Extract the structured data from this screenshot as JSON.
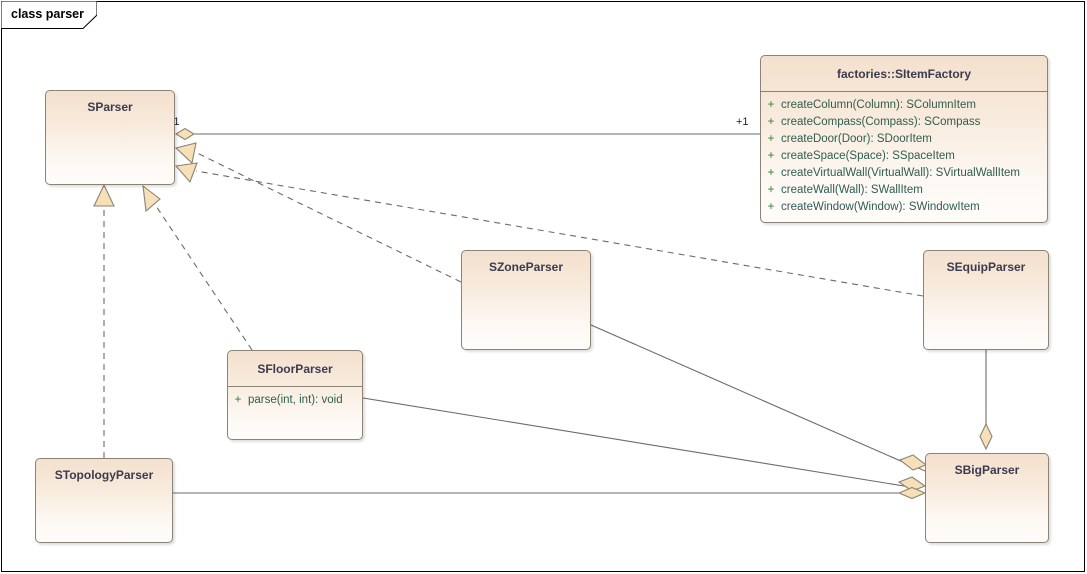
{
  "frame": {
    "label": "class parser",
    "kind": "uml-class-diagram"
  },
  "palette": {
    "box_fill_top": "#f4e0cd",
    "box_fill_bottom": "#fefcfa",
    "box_border": "#8a8376",
    "title_text": "#3b3b4f",
    "feature_text": "#2f5d50",
    "visibility_text": "#2e7d32",
    "connector": "#6b6b6b",
    "diamond_fill": "#f7dfb8",
    "frame_border": "#000000"
  },
  "classes": [
    {
      "id": "sparser",
      "name": "SParser",
      "features": []
    },
    {
      "id": "sitemfactory",
      "name": "factories::SItemFactory",
      "features": [
        {
          "visibility": "+",
          "signature": "createColumn(Column): SColumnItem"
        },
        {
          "visibility": "+",
          "signature": "createCompass(Compass): SCompass"
        },
        {
          "visibility": "+",
          "signature": "createDoor(Door): SDoorItem"
        },
        {
          "visibility": "+",
          "signature": "createSpace(Space): SSpaceItem"
        },
        {
          "visibility": "+",
          "signature": "createVirtualWall(VirtualWall): SVirtualWallItem"
        },
        {
          "visibility": "+",
          "signature": "createWall(Wall): SWallItem"
        },
        {
          "visibility": "+",
          "signature": "createWindow(Window): SWindowItem"
        }
      ]
    },
    {
      "id": "szoneparser",
      "name": "SZoneParser",
      "features": []
    },
    {
      "id": "sequipparser",
      "name": "SEquipParser",
      "features": []
    },
    {
      "id": "sfloorparser",
      "name": "SFloorParser",
      "features": [
        {
          "visibility": "+",
          "signature": "parse(int, int): void"
        }
      ]
    },
    {
      "id": "stopologyparser",
      "name": "STopologyParser",
      "features": []
    },
    {
      "id": "sbigparser",
      "name": "SBigParser",
      "features": []
    }
  ],
  "multiplicities": {
    "sparser_end": "+1",
    "sitemfactory_end": "+1"
  },
  "relationships": [
    {
      "id": "assoc-sparser-sitemfactory",
      "type": "aggregation",
      "source": "SItemFactory",
      "target": "SParser",
      "source_multiplicity": "+1",
      "target_multiplicity": "+1"
    },
    {
      "id": "gen-szoneparser-sparser",
      "type": "generalization",
      "style": "dashed",
      "source": "SZoneParser",
      "target": "SParser"
    },
    {
      "id": "gen-sequipparser-sparser",
      "type": "generalization",
      "style": "dashed",
      "source": "SEquipParser",
      "target": "SParser"
    },
    {
      "id": "gen-stopologyparser-sparser",
      "type": "generalization",
      "style": "dashed",
      "source": "STopologyParser",
      "target": "SParser"
    },
    {
      "id": "gen-sfloorparser-sparser",
      "type": "generalization",
      "style": "dashed",
      "source": "SFloorParser",
      "target": "SParser"
    },
    {
      "id": "agg-sequipparser-sbigparser",
      "type": "aggregation",
      "source": "SEquipParser",
      "target": "SBigParser"
    },
    {
      "id": "agg-szoneparser-sbigparser",
      "type": "aggregation",
      "source": "SZoneParser",
      "target": "SBigParser"
    },
    {
      "id": "agg-sfloorparser-sbigparser",
      "type": "aggregation",
      "source": "SFloorParser",
      "target": "SBigParser"
    },
    {
      "id": "agg-stopologyparser-sbigparser",
      "type": "aggregation",
      "source": "STopologyParser",
      "target": "SBigParser"
    }
  ]
}
